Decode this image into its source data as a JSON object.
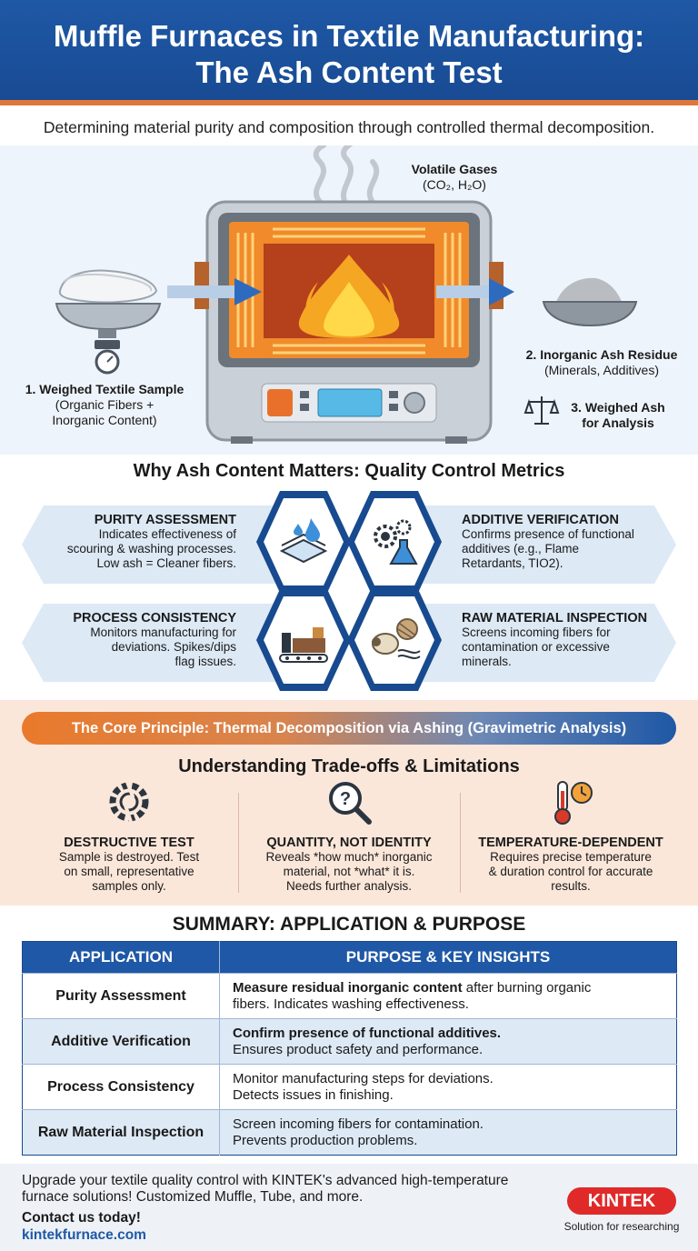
{
  "header": {
    "title_line1": "Muffle Furnaces in Textile Manufacturing:",
    "title_line2": "The Ash Content Test"
  },
  "subtitle": "Determining material purity and composition through controlled thermal decomposition.",
  "process": {
    "gases_title": "Volatile Gases",
    "gases_sub": "(CO₂, H₂O)",
    "step1_title": "1. Weighed Textile Sample",
    "step1_sub_line1": "(Organic Fibers +",
    "step1_sub_line2": "Inorganic Content)",
    "step2_title": "2. Inorganic Ash Residue",
    "step2_sub": "(Minerals, Additives)",
    "step3_line1": "3. Weighed Ash",
    "step3_line2": "for Analysis"
  },
  "metrics": {
    "heading": "Why Ash Content Matters: Quality Control Metrics",
    "purity": {
      "title": "PURITY ASSESSMENT",
      "line1": "Indicates effectiveness of",
      "line2": "scouring & washing processes.",
      "line3": "Low ash = Cleaner fibers."
    },
    "additive": {
      "title": "ADDITIVE VERIFICATION",
      "line1": "Confirms presence of functional",
      "line2": "additives (e.g., Flame",
      "line3": "Retardants, TIO2)."
    },
    "process": {
      "title": "PROCESS CONSISTENCY",
      "line1": "Monitors manufacturing for",
      "line2": "deviations. Spikes/dips",
      "line3": "flag issues."
    },
    "raw": {
      "title": "RAW MATERIAL INSPECTION",
      "line1": "Screens incoming fibers for",
      "line2": "contamination or excessive",
      "line3": "minerals."
    }
  },
  "core_principle": "The Core Principle: Thermal Decomposition via Ashing (Gravimetric Analysis)",
  "tradeoffs": {
    "heading": "Understanding Trade-offs & Limitations",
    "items": [
      {
        "title": "DESTRUCTIVE TEST",
        "line1": "Sample is destroyed. Test",
        "line2": "on small, representative",
        "line3": "samples only."
      },
      {
        "title": "QUANTITY, NOT IDENTITY",
        "line1": "Reveals *how much* inorganic",
        "line2": "material, not *what* it is.",
        "line3": "Needs further analysis."
      },
      {
        "title": "TEMPERATURE-DEPENDENT",
        "line1": "Requires precise temperature",
        "line2": "& duration control for accurate",
        "line3": "results."
      }
    ]
  },
  "summary": {
    "title": "SUMMARY: APPLICATION & PURPOSE",
    "col1": "APPLICATION",
    "col2": "PURPOSE & KEY INSIGHTS",
    "rows": [
      {
        "app": "Purity Assessment",
        "bold": "Measure residual inorganic content",
        "rest1": " after burning organic",
        "line2": "fibers. Indicates washing effectiveness."
      },
      {
        "app": "Additive Verification",
        "bold": "Confirm presence of functional additives.",
        "rest1": "",
        "line2": "Ensures product safety and performance."
      },
      {
        "app": "Process Consistency",
        "bold": "",
        "rest1": "Monitor manufacturing steps for deviations.",
        "line2": "Detects issues in finishing."
      },
      {
        "app": "Raw Material Inspection",
        "bold": "",
        "rest1": "Screen incoming fibers for contamination.",
        "line2": "Prevents production problems."
      }
    ]
  },
  "footer": {
    "cta_line1": "Upgrade your textile quality control with KINTEK's advanced high-temperature",
    "cta_line2": "furnace solutions! Customized Muffle, Tube, and more.",
    "contact": "Contact us today!",
    "url": "kintekfurnace.com",
    "logo": "KINTEK",
    "tagline": "Solution for researching"
  },
  "colors": {
    "brand_blue": "#1f58a6",
    "accent_orange": "#e0773a",
    "logo_red": "#e02a2a"
  }
}
